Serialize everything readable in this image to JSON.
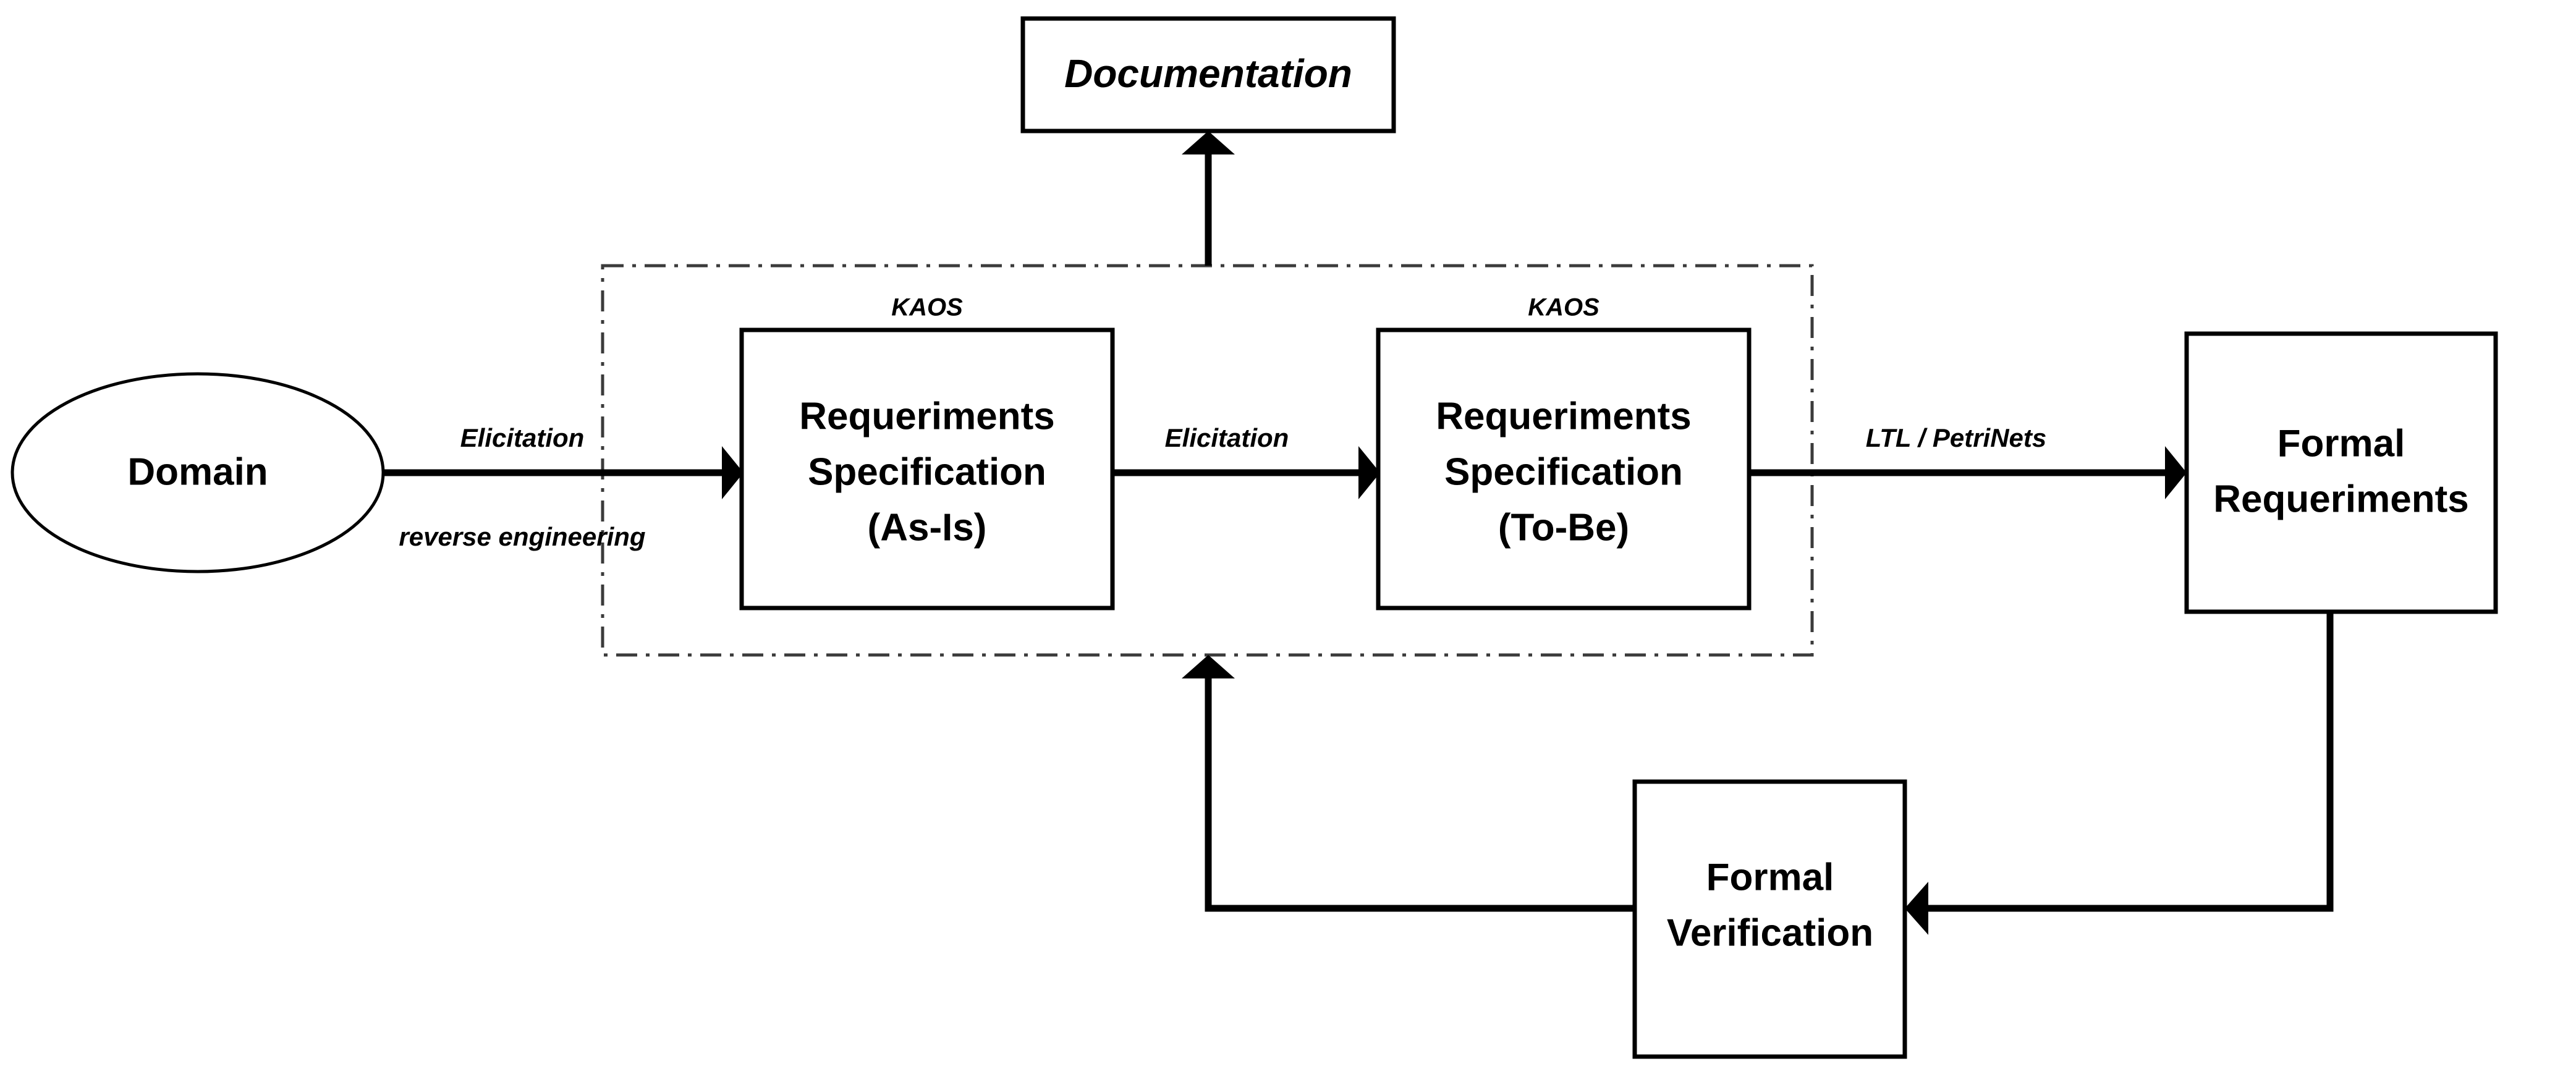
{
  "diagram": {
    "title": "Requirements engineering to formal verification process",
    "background_color": "#ffffff",
    "stroke_color": "#000000",
    "group_border_color": "#3b3b3b"
  },
  "nodes": {
    "domain": {
      "label": "Domain",
      "shape": "ellipse"
    },
    "documentation": {
      "label": "Documentation",
      "shape": "rectangle"
    },
    "spec_as_is": {
      "tag": "KAOS",
      "line1": "Requeriments",
      "line2": "Specification",
      "line3": "(As-Is)",
      "shape": "rectangle"
    },
    "spec_to_be": {
      "tag": "KAOS",
      "line1": "Requeriments",
      "line2": "Specification",
      "line3": "(To-Be)",
      "shape": "rectangle"
    },
    "formal_requeriments": {
      "line1": "Formal",
      "line2": "Requeriments",
      "shape": "rectangle"
    },
    "formal_verification": {
      "line1": "Formal",
      "line2": "Verification",
      "shape": "rectangle"
    }
  },
  "edges": {
    "domain_to_as_is_top": "Elicitation",
    "domain_to_as_is_bottom": "reverse engineering",
    "as_is_to_to_be": "Elicitation",
    "to_be_to_formal": "LTL / PetriNets"
  }
}
